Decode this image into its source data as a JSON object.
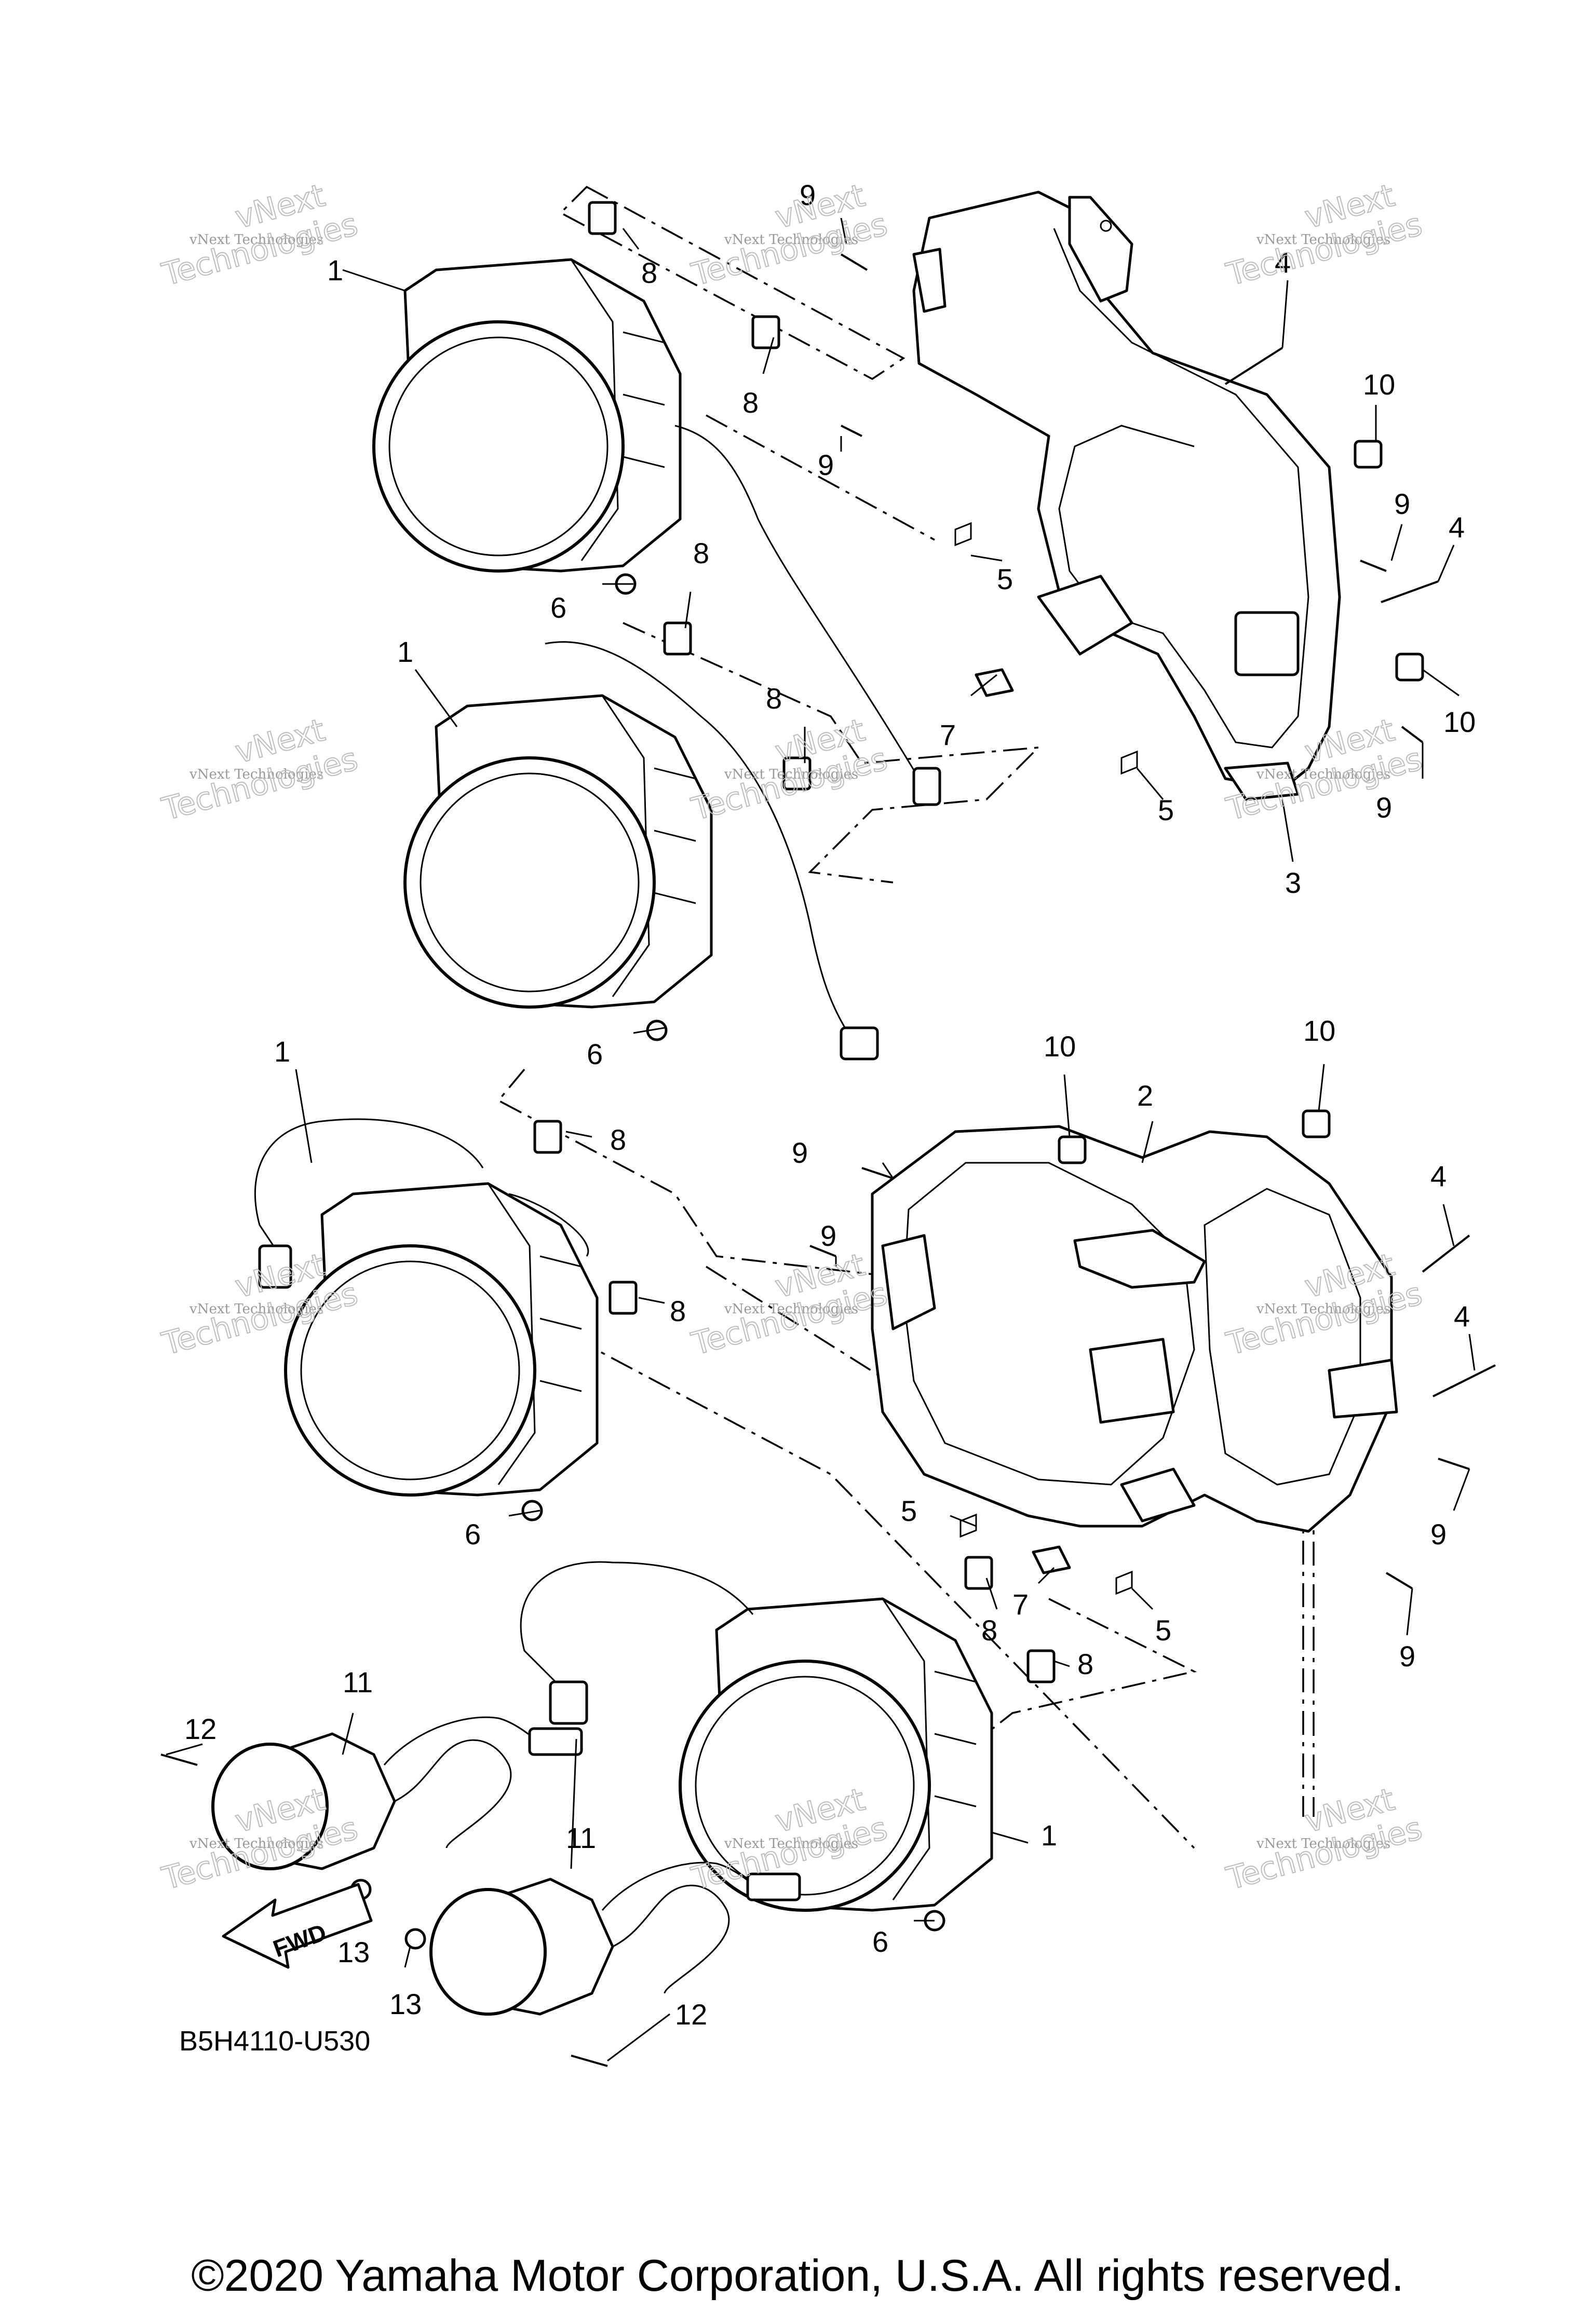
{
  "diagram": {
    "part_code": "B5H4110-U530",
    "fwd_label": "FWD",
    "watermark_text": "vNext Technologies",
    "watermark_overlay_word": "vNext",
    "watermark_overlay_word2": "Technologies",
    "callouts": [
      {
        "id": "c1a",
        "label": "1"
      },
      {
        "id": "c1b",
        "label": "1"
      },
      {
        "id": "c1c",
        "label": "1"
      },
      {
        "id": "c1d",
        "label": "1"
      },
      {
        "id": "c2",
        "label": "2"
      },
      {
        "id": "c3",
        "label": "3"
      },
      {
        "id": "c4a",
        "label": "4"
      },
      {
        "id": "c4b",
        "label": "4"
      },
      {
        "id": "c4c",
        "label": "4"
      },
      {
        "id": "c4d",
        "label": "4"
      },
      {
        "id": "c5a",
        "label": "5"
      },
      {
        "id": "c5b",
        "label": "5"
      },
      {
        "id": "c5c",
        "label": "5"
      },
      {
        "id": "c5d",
        "label": "5"
      },
      {
        "id": "c6a",
        "label": "6"
      },
      {
        "id": "c6b",
        "label": "6"
      },
      {
        "id": "c6c",
        "label": "6"
      },
      {
        "id": "c6d",
        "label": "6"
      },
      {
        "id": "c7a",
        "label": "7"
      },
      {
        "id": "c7b",
        "label": "7"
      },
      {
        "id": "c8a",
        "label": "8"
      },
      {
        "id": "c8b",
        "label": "8"
      },
      {
        "id": "c8c",
        "label": "8"
      },
      {
        "id": "c8d",
        "label": "8"
      },
      {
        "id": "c8e",
        "label": "8"
      },
      {
        "id": "c8f",
        "label": "8"
      },
      {
        "id": "c8g",
        "label": "8"
      },
      {
        "id": "c8h",
        "label": "8"
      },
      {
        "id": "c9a",
        "label": "9"
      },
      {
        "id": "c9b",
        "label": "9"
      },
      {
        "id": "c9c",
        "label": "9"
      },
      {
        "id": "c9d",
        "label": "9"
      },
      {
        "id": "c9e",
        "label": "9"
      },
      {
        "id": "c9f",
        "label": "9"
      },
      {
        "id": "c9g",
        "label": "9"
      },
      {
        "id": "c9h",
        "label": "9"
      },
      {
        "id": "c10a",
        "label": "10"
      },
      {
        "id": "c10b",
        "label": "10"
      },
      {
        "id": "c10c",
        "label": "10"
      },
      {
        "id": "c10d",
        "label": "10"
      },
      {
        "id": "c11a",
        "label": "11"
      },
      {
        "id": "c11b",
        "label": "11"
      },
      {
        "id": "c12a",
        "label": "12"
      },
      {
        "id": "c12b",
        "label": "12"
      },
      {
        "id": "c13a",
        "label": "13"
      },
      {
        "id": "c13b",
        "label": "13"
      }
    ]
  },
  "footer": {
    "copyright": "©2020 Yamaha Motor Corporation, U.S.A. All rights reserved."
  }
}
